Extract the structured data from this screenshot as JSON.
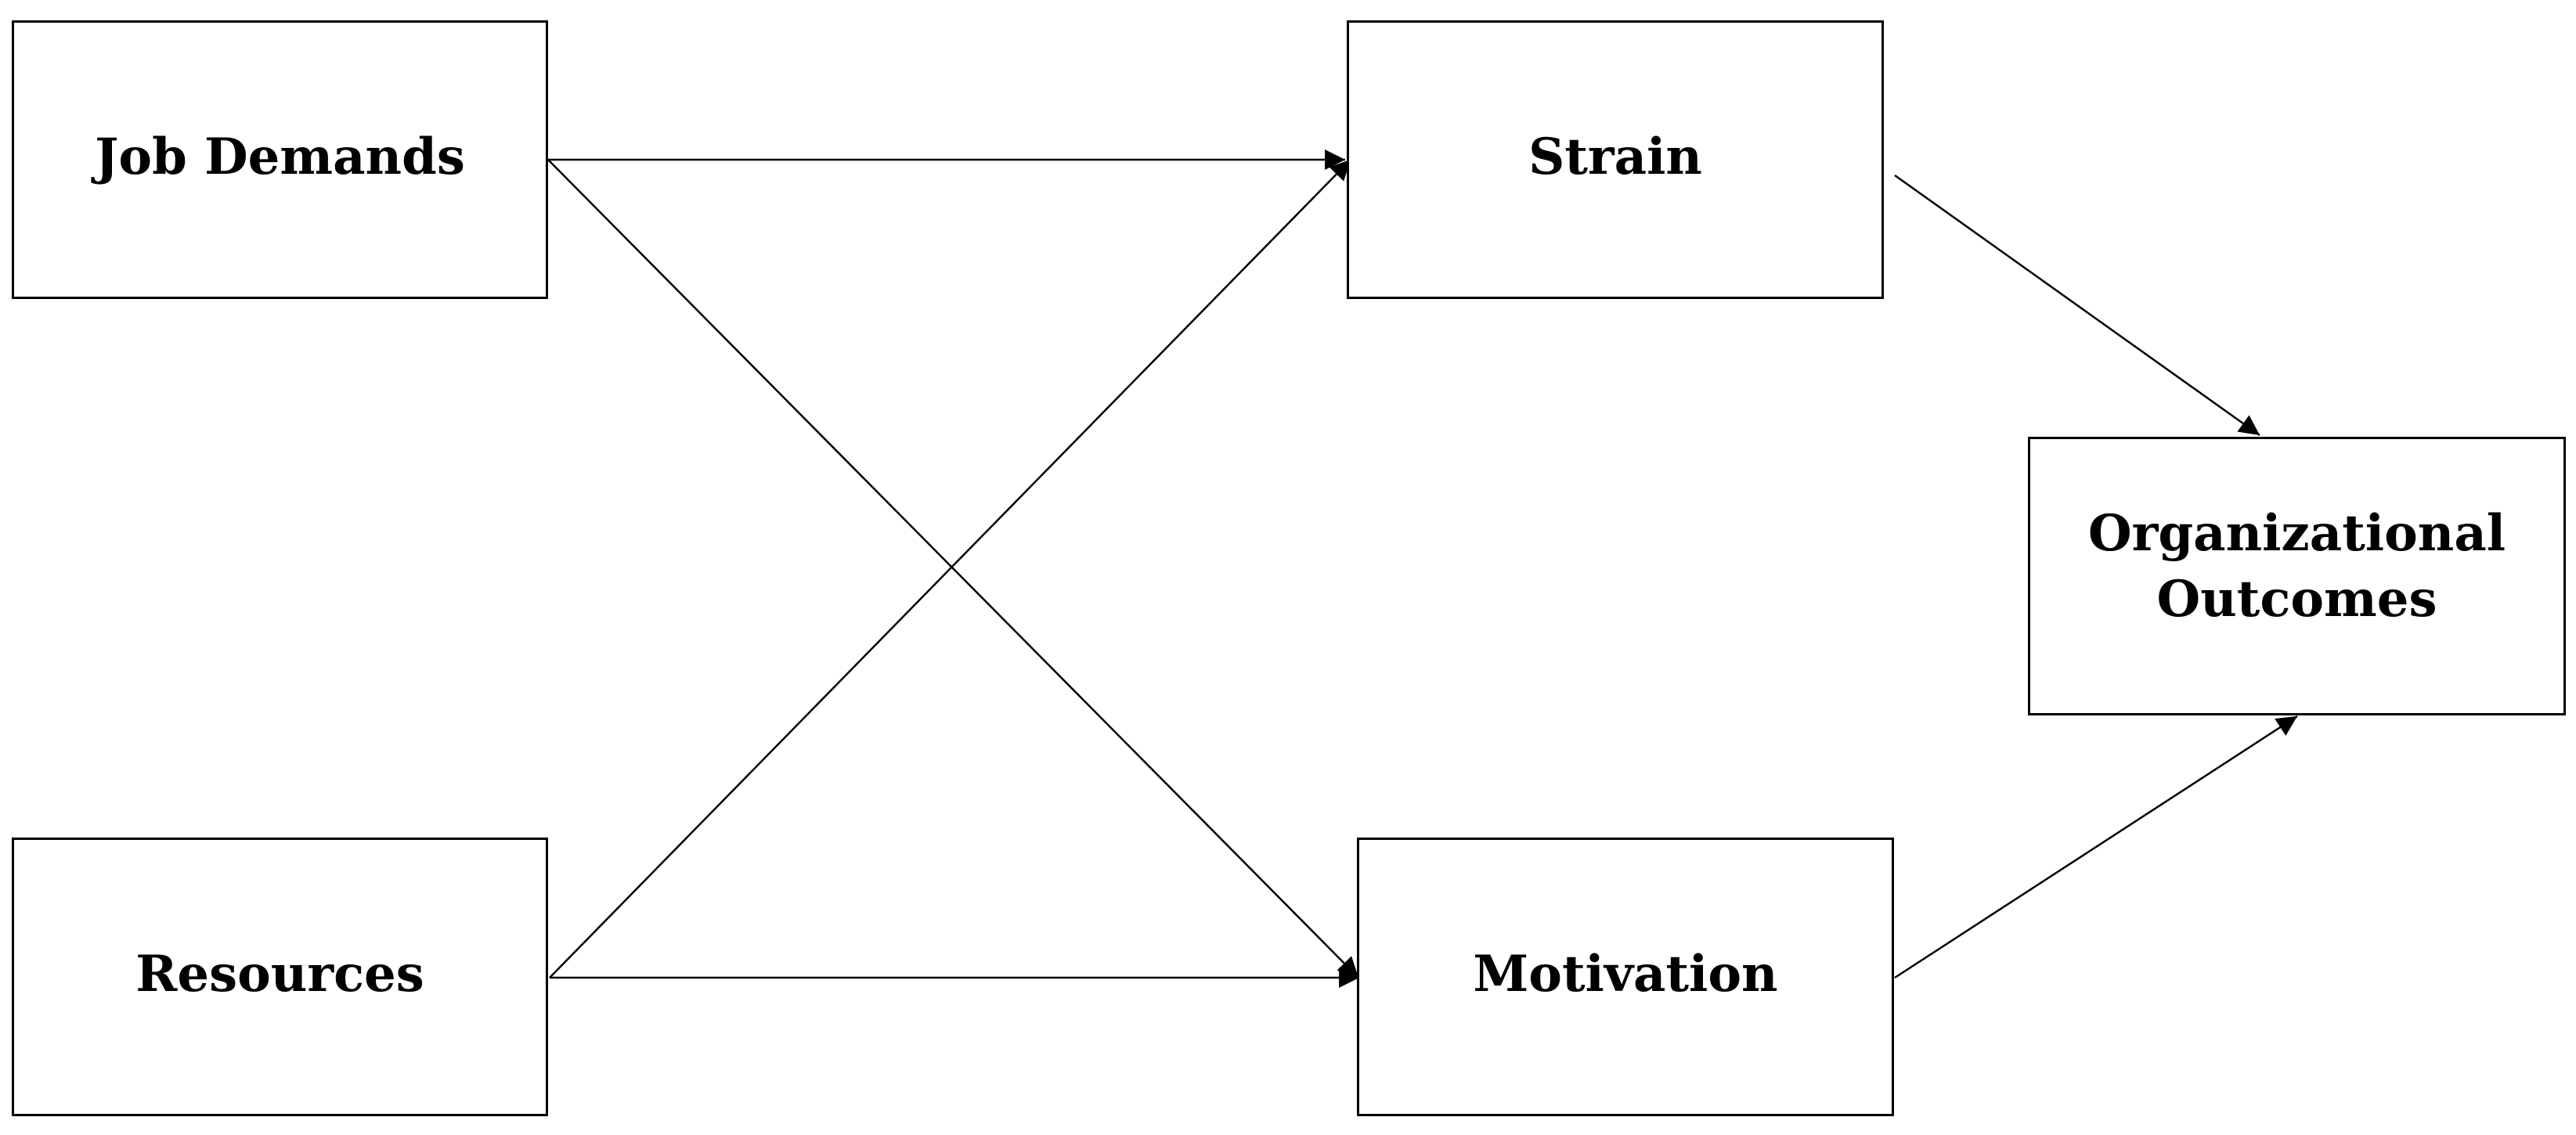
{
  "diagram": {
    "nodes": {
      "job_demands": "Job Demands",
      "resources": "Resources",
      "strain": "Strain",
      "motivation": "Motivation",
      "outcomes": "Organizational\nOutcomes"
    },
    "edges": [
      {
        "from": "Job Demands",
        "to": "Strain"
      },
      {
        "from": "Job Demands",
        "to": "Motivation"
      },
      {
        "from": "Resources",
        "to": "Strain"
      },
      {
        "from": "Resources",
        "to": "Motivation"
      },
      {
        "from": "Strain",
        "to": "Organizational Outcomes"
      },
      {
        "from": "Motivation",
        "to": "Organizational Outcomes"
      }
    ],
    "colors": {
      "line": "#000000",
      "background": "#ffffff"
    }
  }
}
